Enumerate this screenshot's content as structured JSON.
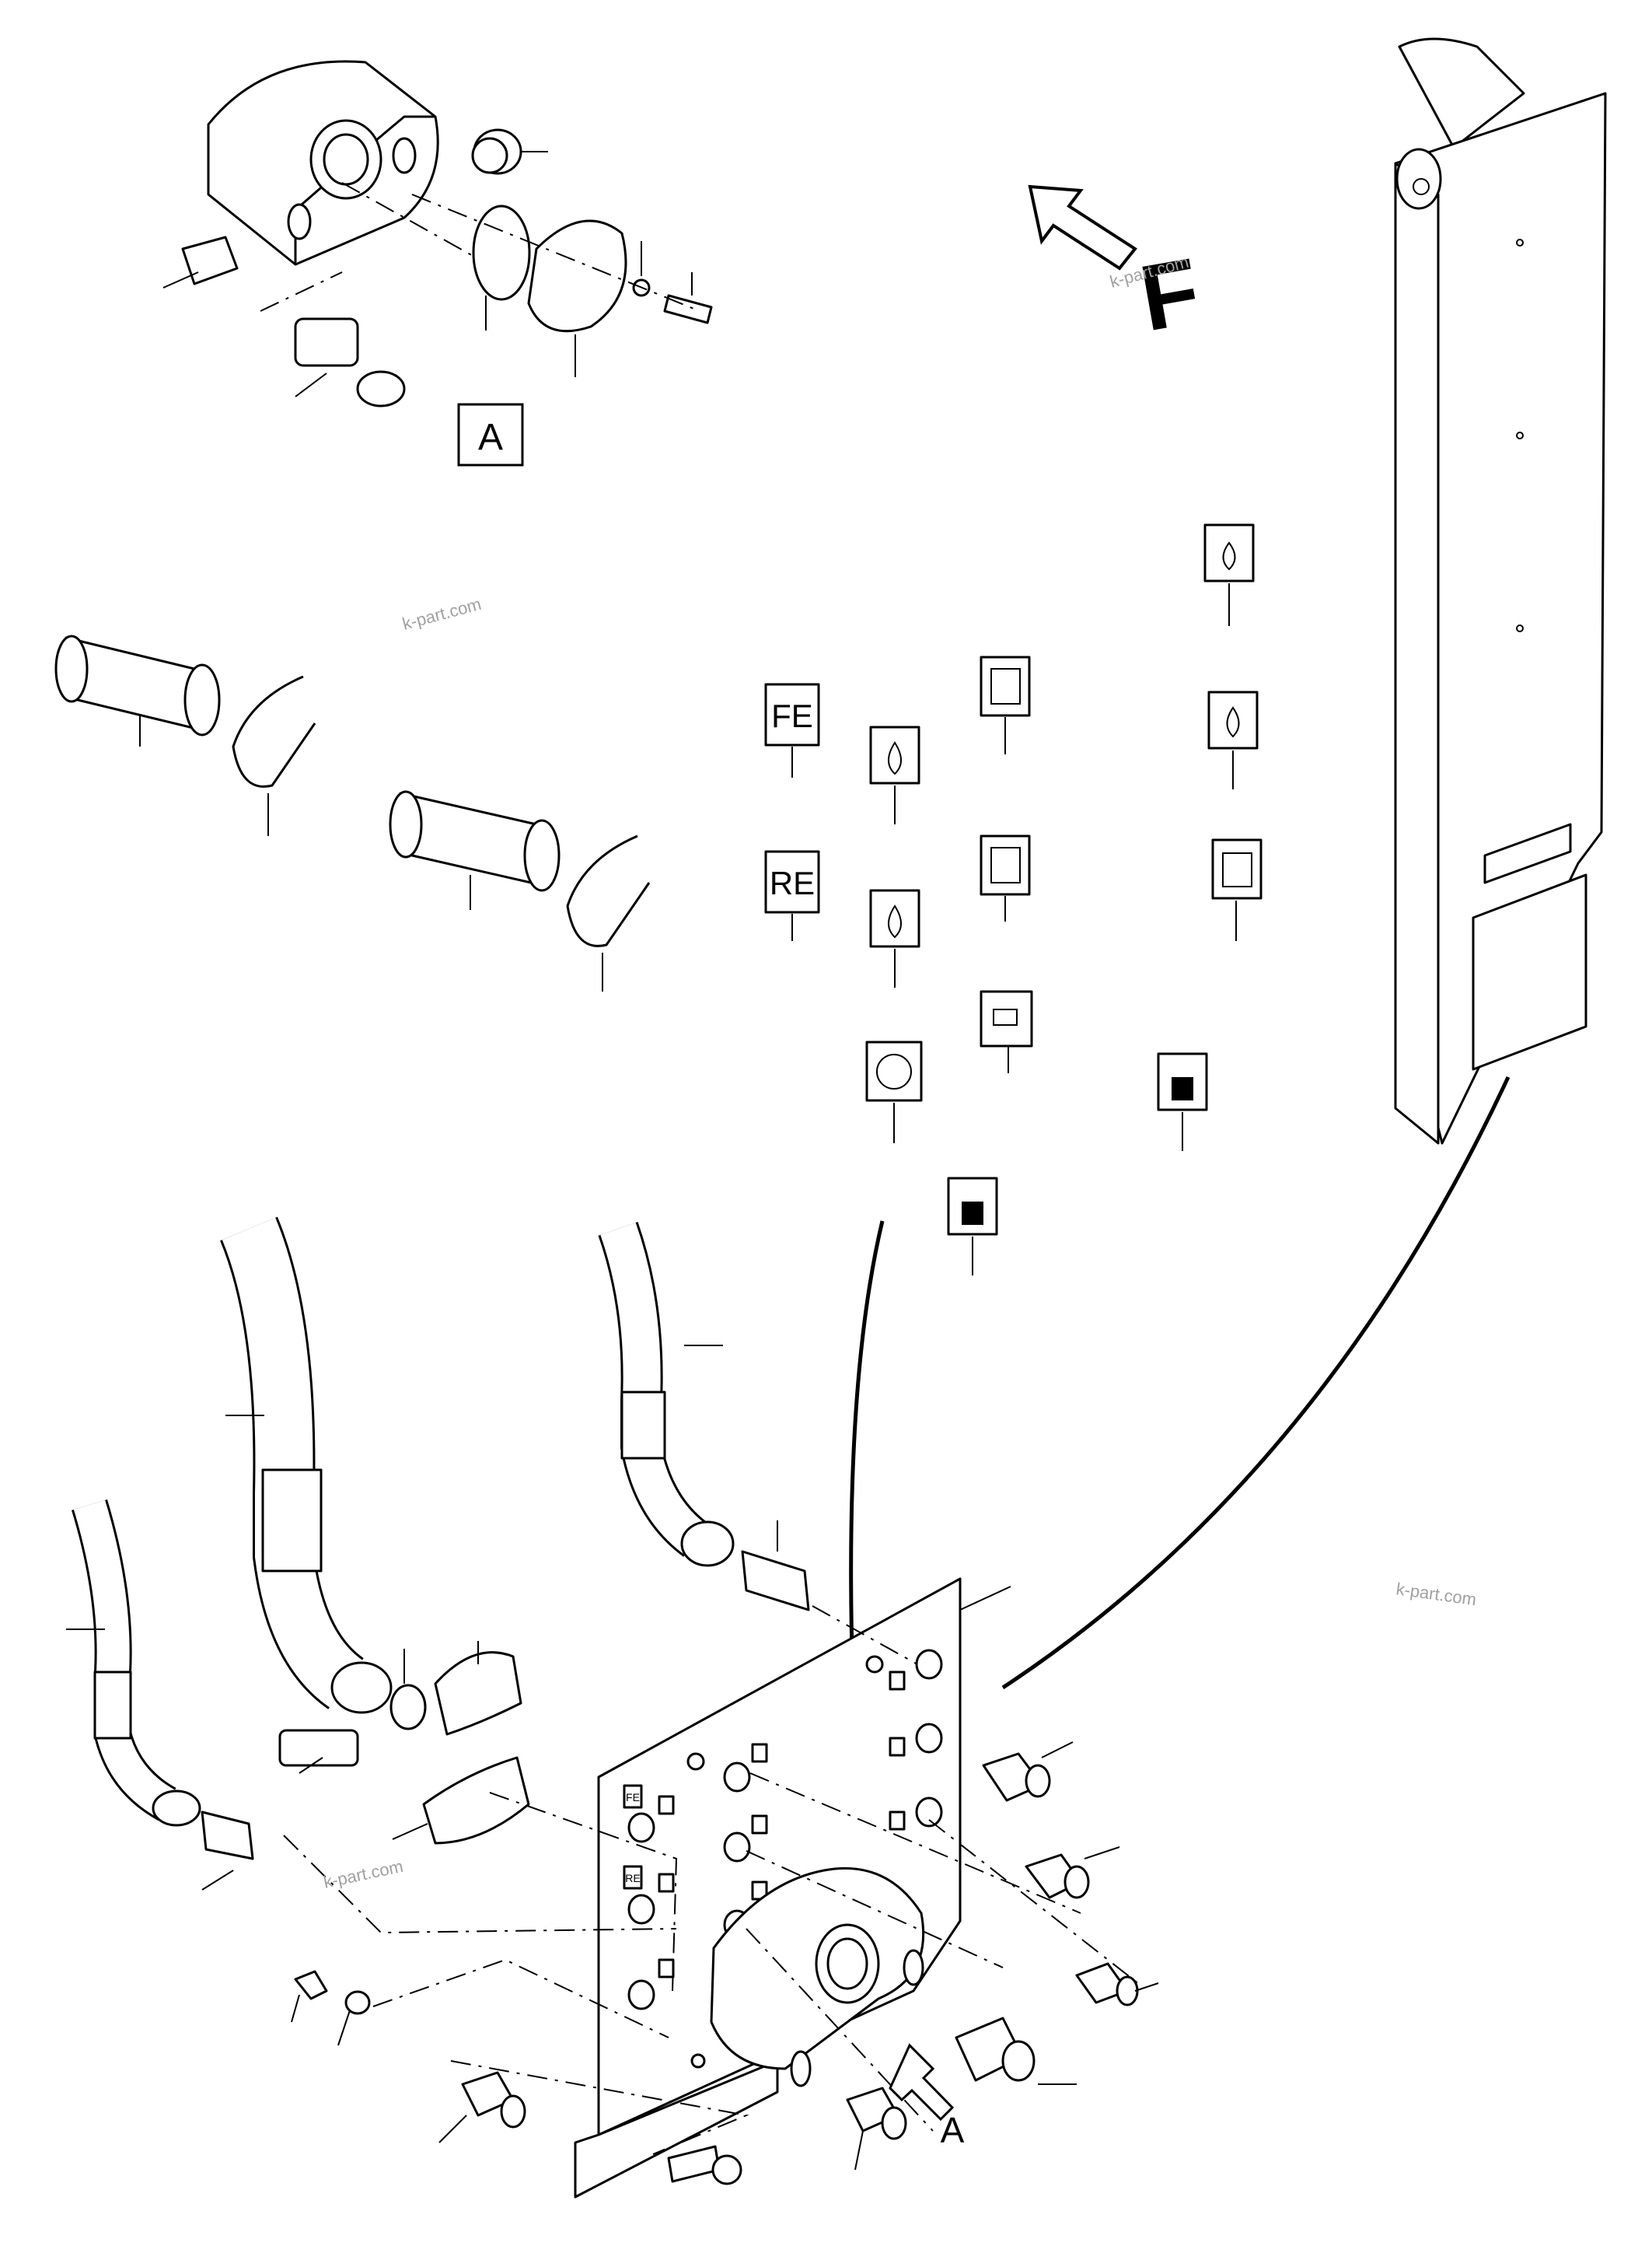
{
  "view_labels": {
    "detail_box": "A",
    "direction_letter": "F",
    "detail_arrow": "A"
  },
  "decal_texts": {
    "fe": "FE",
    "re": "RE"
  },
  "plate_decal_texts": {
    "fe": "FE",
    "re": "RE"
  },
  "watermarks": {
    "top_right": "k-part.com",
    "middle_left": "k-part.com",
    "right": "k-part.com",
    "bottom_left": "k-part.com"
  },
  "icons": [
    "oil-drop-icon",
    "fuel-pump-icon",
    "battery-icon",
    "gear-icon",
    "coolant-tank-icon"
  ]
}
